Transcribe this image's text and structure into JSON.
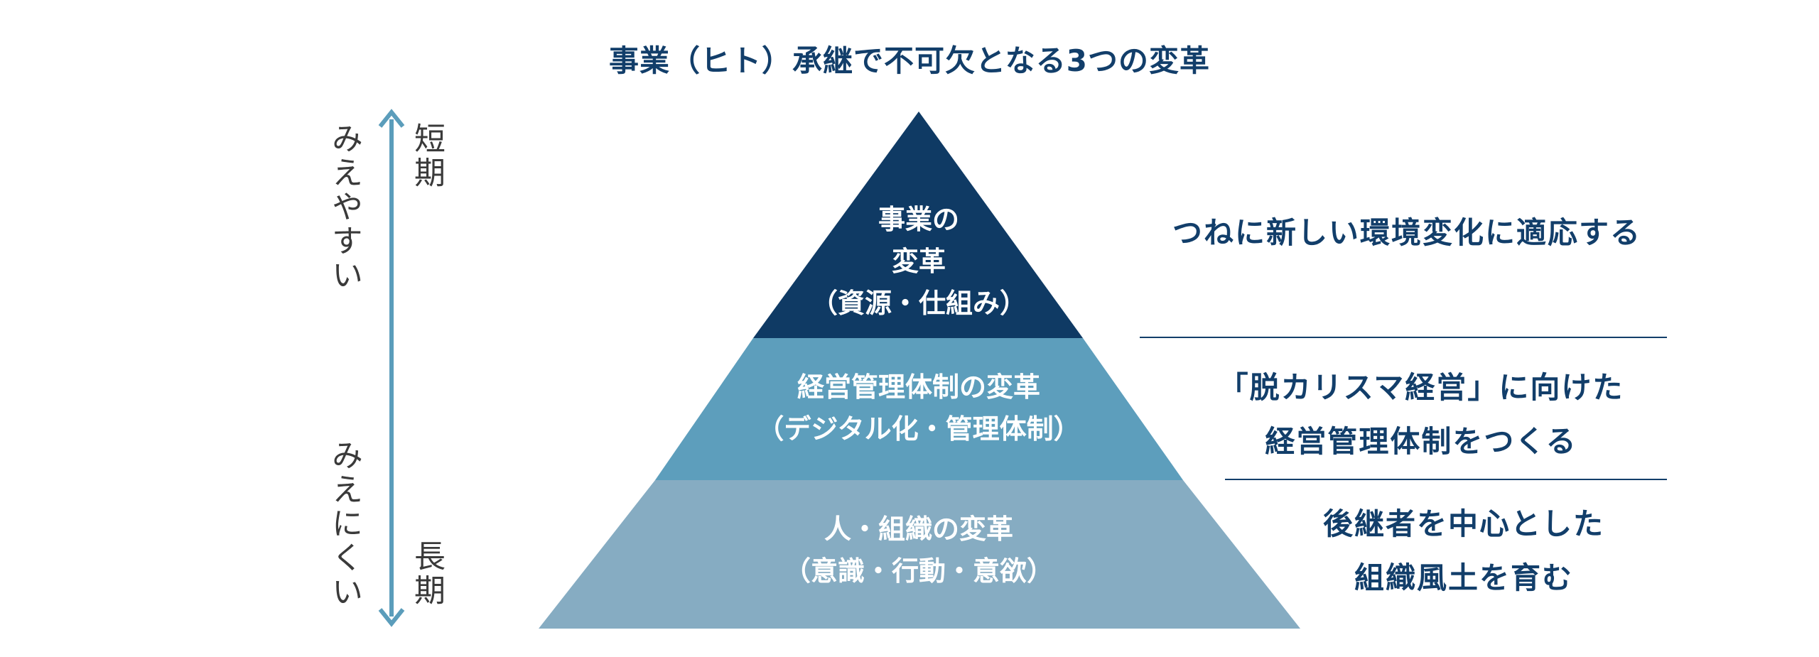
{
  "title": "事業（ヒト）承継で不可欠となる3つの変革",
  "scale": {
    "visible_label": "みえやすい",
    "hidden_label": "みえにくい",
    "short_term_label": "短期",
    "long_term_label": "長期",
    "arrow_color": "#5b9dbb"
  },
  "tiers": [
    {
      "line1": "事業の",
      "line2": "変革",
      "line3": "（資源・仕組み）",
      "color": "#0f3a64",
      "desc_line1": "つねに新しい環境変化に適応する"
    },
    {
      "line1": "経営管理体制の変革",
      "line2": "（デジタル化・管理体制）",
      "color": "#5d9ebc",
      "desc_line1": "「脱カリスマ経営」に向けた",
      "desc_line2": "経営管理体制をつくる"
    },
    {
      "line1": "人・組織の変革",
      "line2": "（意識・行動・意欲）",
      "color": "#86acc2",
      "desc_line1": "後継者を中心とした",
      "desc_line2": "組織風土を育む"
    }
  ]
}
